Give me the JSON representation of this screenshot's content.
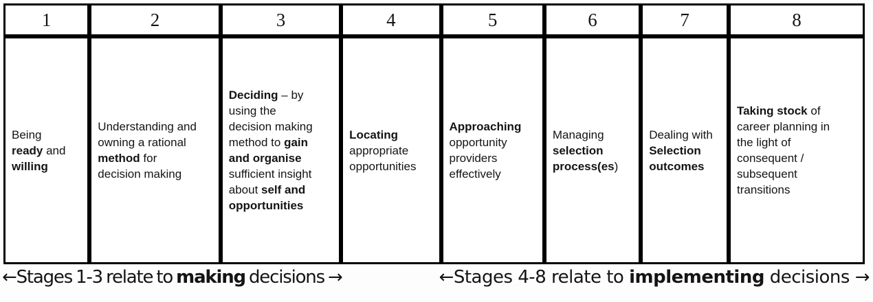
{
  "stages_table": {
    "columns": [
      {
        "number": "1",
        "segments": [
          [
            "Being",
            0
          ],
          "BR",
          [
            "ready",
            1
          ],
          [
            " and",
            0
          ],
          "BR",
          [
            "willing",
            1
          ]
        ]
      },
      {
        "number": "2",
        "segments": [
          [
            "Understanding and",
            0
          ],
          "BR",
          [
            "owning a rational",
            0
          ],
          "BR",
          [
            "method",
            1
          ],
          [
            " for",
            0
          ],
          "BR",
          [
            "decision making",
            0
          ]
        ]
      },
      {
        "number": "3",
        "segments": [
          [
            "Deciding",
            1
          ],
          [
            " – by",
            0
          ],
          "BR",
          [
            "using the",
            0
          ],
          "BR",
          [
            "decision making",
            0
          ],
          "BR",
          [
            "method to ",
            0
          ],
          [
            "gain",
            1
          ],
          "BR",
          [
            "and organise",
            1
          ],
          "BR",
          [
            "sufficient insight",
            0
          ],
          "BR",
          [
            "about ",
            0
          ],
          [
            "self and",
            1
          ],
          "BR",
          [
            "opportunities",
            1
          ]
        ]
      },
      {
        "number": "4",
        "segments": [
          [
            "Locating",
            1
          ],
          "BR",
          [
            "appropriate",
            0
          ],
          "BR",
          [
            "opportunities",
            0
          ]
        ]
      },
      {
        "number": "5",
        "segments": [
          [
            "Approaching",
            1
          ],
          "BR",
          [
            "opportunity",
            0
          ],
          "BR",
          [
            "providers",
            0
          ],
          "BR",
          [
            "effectively",
            0
          ]
        ]
      },
      {
        "number": "6",
        "segments": [
          [
            "Managing",
            0
          ],
          "BR",
          [
            "selection",
            1
          ],
          "BR",
          [
            "process(es",
            1
          ],
          [
            ")",
            0
          ]
        ]
      },
      {
        "number": "7",
        "segments": [
          [
            "Dealing with",
            0
          ],
          "BR",
          [
            "Selection",
            1
          ],
          "BR",
          [
            "outcomes",
            1
          ]
        ]
      },
      {
        "number": "8",
        "segments": [
          [
            "Taking stock",
            1
          ],
          [
            " of",
            0
          ],
          "BR",
          [
            "career planning in",
            0
          ],
          "BR",
          [
            "the light of",
            0
          ],
          "BR",
          [
            "consequent /",
            0
          ],
          "BR",
          [
            "subsequent",
            0
          ],
          "BR",
          [
            "transitions",
            0
          ]
        ]
      }
    ]
  },
  "caption": {
    "left_segments": [
      [
        "←",
        0
      ],
      [
        "Stages 1-3 relate to ",
        0
      ],
      [
        "making",
        1
      ],
      [
        " decisions ",
        0
      ],
      [
        "→",
        0
      ]
    ],
    "right_segments": [
      [
        "←",
        0
      ],
      [
        "Stages 4-8 relate to ",
        0
      ],
      [
        "implementing",
        1
      ],
      [
        " decisions ",
        0
      ],
      [
        "→",
        0
      ]
    ]
  },
  "colors": {
    "border": "#000000",
    "background": "#fdfdfd",
    "text": "#141414"
  }
}
